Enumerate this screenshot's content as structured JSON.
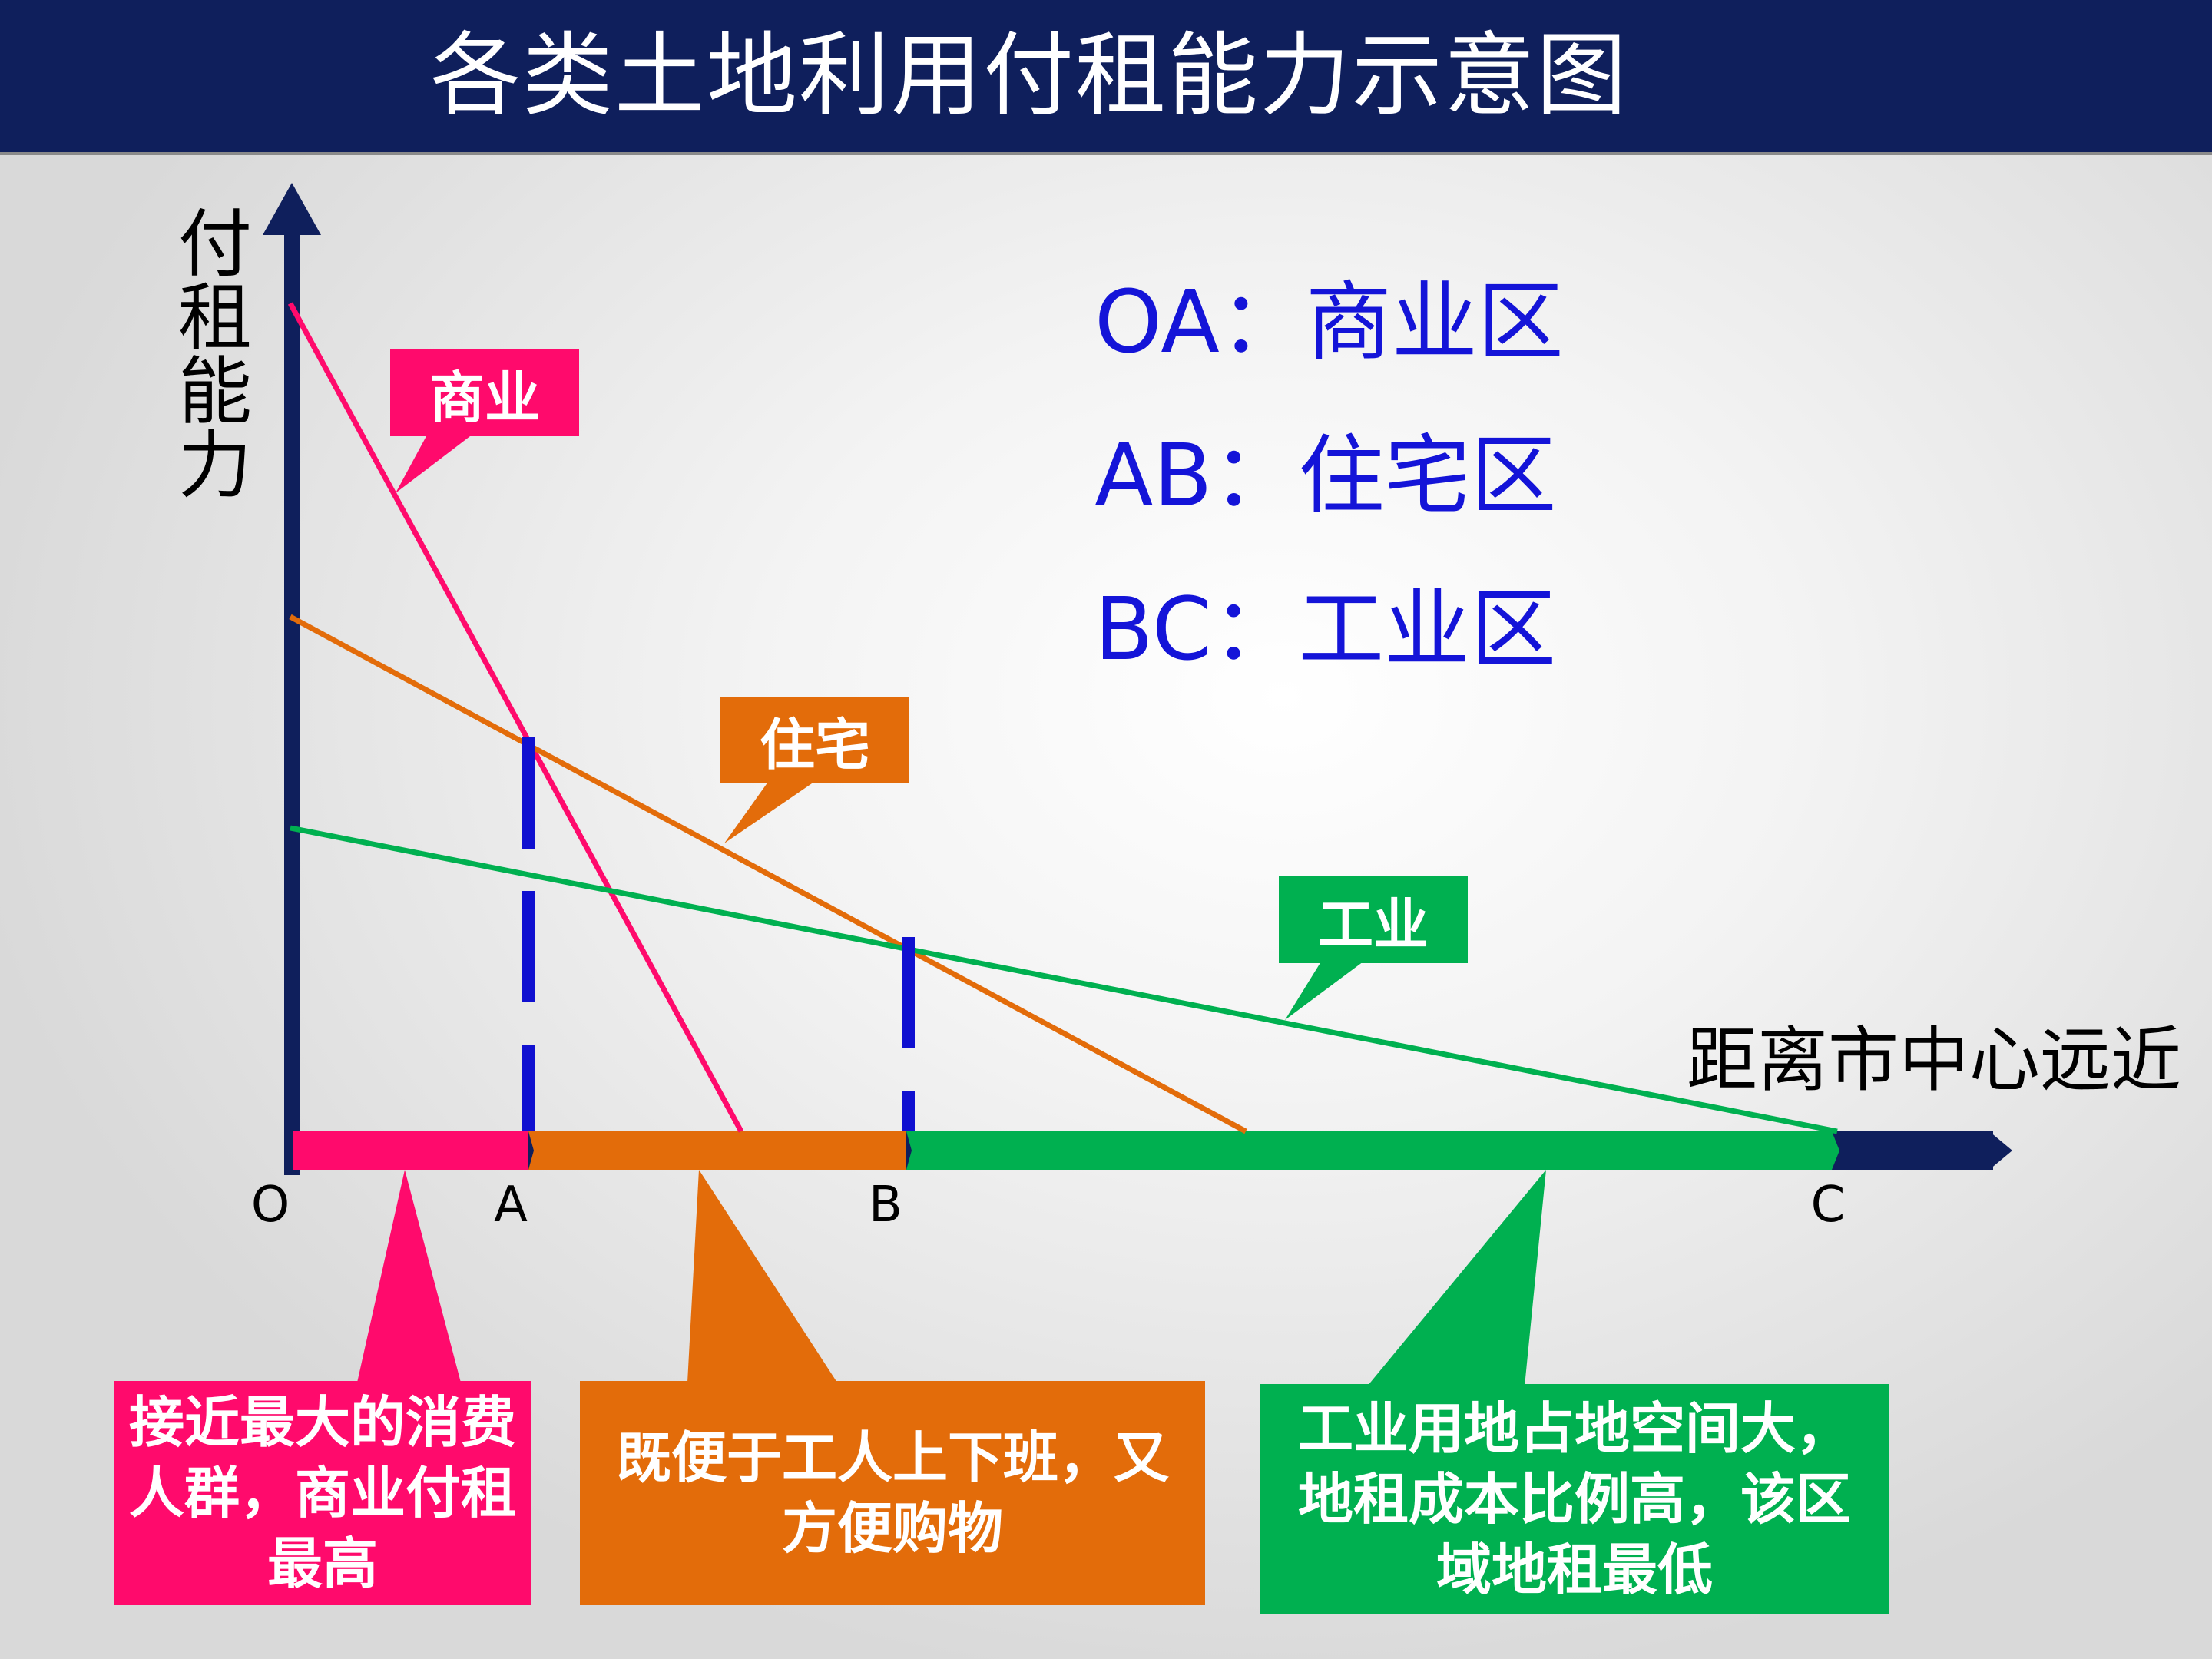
{
  "title": "各类土地利用付租能力示意图",
  "y_axis_label": [
    "付",
    "租",
    "能",
    "力"
  ],
  "x_axis_label": "距离市中心远近",
  "points": [
    "O",
    "A",
    "B",
    "C"
  ],
  "legend": [
    {
      "code": "OA",
      "sep": "：",
      "zone": "商业区"
    },
    {
      "code": "AB",
      "sep": "：",
      "zone": "住宅区"
    },
    {
      "code": "BC",
      "sep": "：",
      "zone": "工业区"
    }
  ],
  "curve_tags": {
    "commercial": "商业",
    "residential": "住宅",
    "industrial": "工业"
  },
  "notes": {
    "commercial": "接近最大的消费人群，商业付租最高",
    "residential": "既便于工人上下班，又方便购物",
    "industrial": "工业用地占地空间大，地租成本比例高，该区域地租最低"
  },
  "colors": {
    "header": "#0f1f5c",
    "axis": "#0f1f5c",
    "commercial": "#ff0a6c",
    "residential": "#e36c0a",
    "industrial": "#00b050",
    "divider": "#1010d0",
    "legend_text": "#1414d8"
  }
}
